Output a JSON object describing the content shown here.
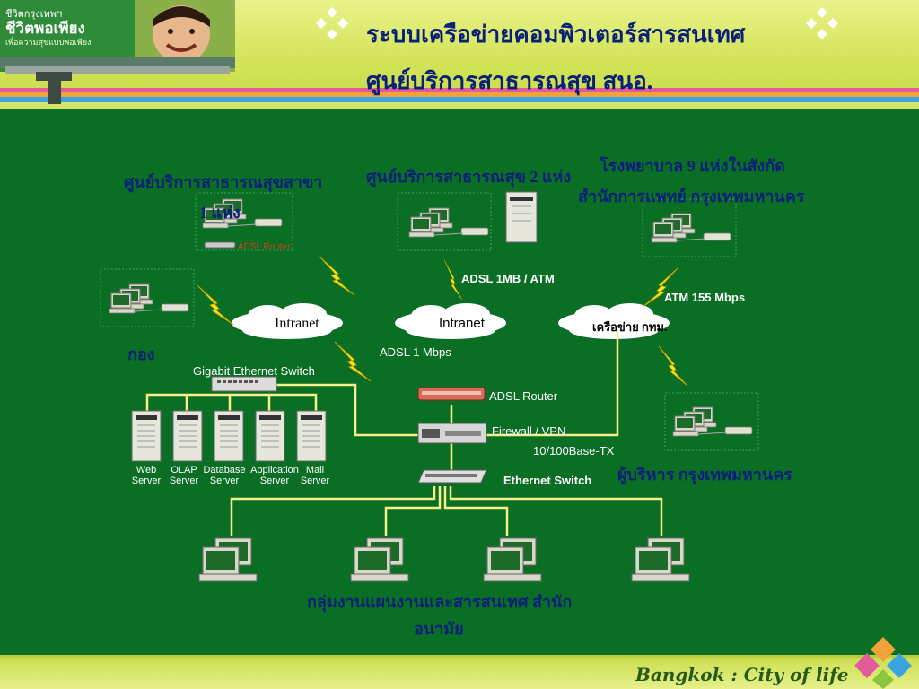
{
  "header": {
    "title_line1": "ระบบเครือข่ายคอมพิวเตอร์สารสนเทศ",
    "title_line2": "ศูนย์บริการสาธารณสุข สนอ.",
    "banner_text_line1": "ชีวิตกรุงเทพฯ",
    "banner_text_line2": "ชีวิตพอเพียง",
    "banner_text_line3": "เพื่อความสุขแบบพอเพียง"
  },
  "sites": {
    "branch_centers": "ศูนย์บริการสาธารณสุขสาขา",
    "branch_centers_count": "1 แห่ง",
    "health_centers": "ศูนย์บริการสาธารณสุข 2 แห่ง",
    "hospitals_line1": "โรงพยาบาล 9 แห่งในสังกัด",
    "hospitals_line2": "สำนักการแพทย์ กรุงเทพมหานคร",
    "division": "กอง",
    "executives": "ผู้บริหาร กรุงเทพมหานคร",
    "workgroup_line1": "กลุ่มงานแผนงานและสารสนเทศ สำนัก",
    "workgroup_line2": "อนามัย"
  },
  "network": {
    "cloud_left": "Intranet",
    "cloud_middle": "Intranet",
    "cloud_right": "เครือข่าย กทม.",
    "adsl_router_small": "ADSL Router",
    "link_adsl_atm": "ADSL 1MB / ATM",
    "link_atm": "ATM 155 Mbps",
    "link_adsl_1mbps": "ADSL 1 Mbps",
    "gigabit_switch": "Gigabit Ethernet Switch",
    "adsl_router": "ADSL Router",
    "firewall": "Firewall / VPN",
    "base_tx": "10/100Base-TX",
    "ethernet_switch": "Ethernet Switch"
  },
  "servers": [
    {
      "line1": "Web",
      "line2": "Server"
    },
    {
      "line1": "OLAP",
      "line2": "Server"
    },
    {
      "line1": "Database",
      "line2": "Server"
    },
    {
      "line1": "Application",
      "line2": "Server"
    },
    {
      "line1": "Mail",
      "line2": "Server"
    }
  ],
  "footer": {
    "text": "Bangkok : City of life"
  },
  "colors": {
    "background": "#0b6e25",
    "title": "#0a1f7a",
    "link_line": "#f5f08a",
    "lightning": "#f7e81a",
    "router_text": "#e23c1a"
  }
}
